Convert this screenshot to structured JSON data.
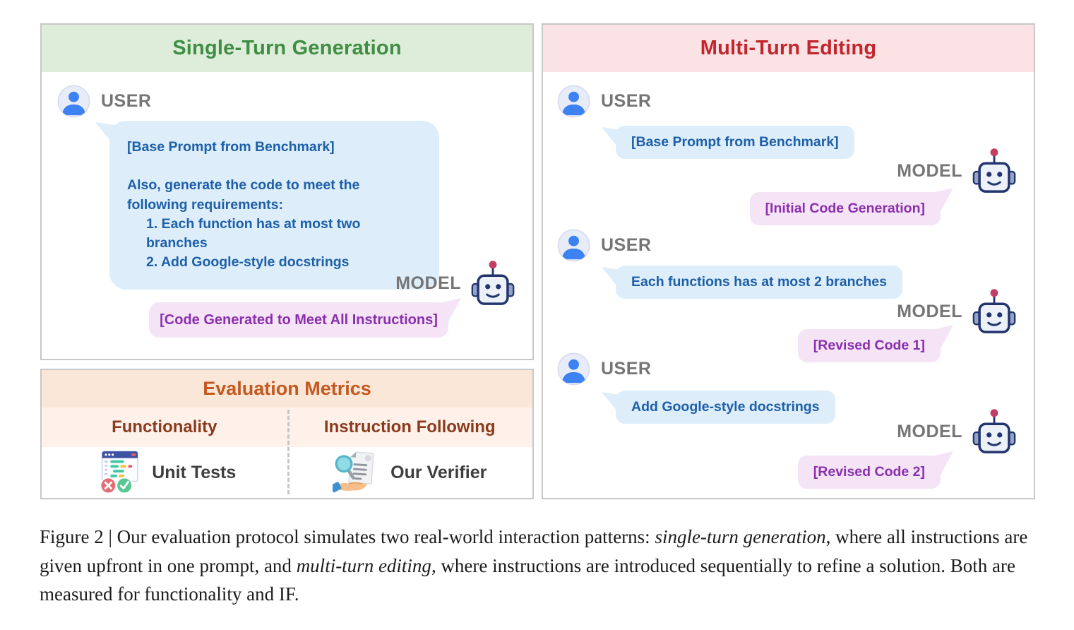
{
  "single_turn": {
    "title": "Single-Turn Generation",
    "user_label": "USER",
    "model_label": "MODEL",
    "user_bubble": {
      "line1": "[Base Prompt from Benchmark]",
      "line2": "Also, generate the code to meet the following requirements:",
      "item1": "1. Each function has at most two branches",
      "item2": "2. Add Google-style docstrings"
    },
    "model_bubble": "[Code Generated to Meet All Instructions]"
  },
  "multi_turn": {
    "title": "Multi-Turn Editing",
    "turns": [
      {
        "user_label": "USER",
        "user_message": "[Base Prompt from Benchmark]",
        "model_label": "MODEL",
        "model_message": "[Initial Code Generation]"
      },
      {
        "user_label": "USER",
        "user_message": "Each functions has at most 2 branches",
        "model_label": "MODEL",
        "model_message": "[Revised Code 1]"
      },
      {
        "user_label": "USER",
        "user_message": "Add Google-style docstrings",
        "model_label": "MODEL",
        "model_message": "[Revised Code 2]"
      }
    ]
  },
  "metrics": {
    "title": "Evaluation Metrics",
    "columns": [
      {
        "header": "Functionality",
        "item": "Unit Tests",
        "icon": "unit-tests-icon"
      },
      {
        "header": "Instruction Following",
        "item": "Our Verifier",
        "icon": "verifier-icon"
      }
    ]
  },
  "caption": {
    "seg1": "Figure 2 | Our evaluation protocol simulates two real-world interaction patterns: ",
    "italic1": "single-turn generation",
    "seg2": ", where all instructions are given upfront in one prompt, and ",
    "italic2": "multi-turn editing",
    "seg3": ", where instructions are introduced sequentially to refine a solution. Both are measured for functionality and IF."
  },
  "icons": {
    "user_avatar": "user-avatar-icon",
    "robot": "robot-icon",
    "unit_tests": "unit-tests-icon",
    "verifier": "verifier-icon"
  },
  "colors": {
    "single_header_bg": "#deedda",
    "single_header_text": "#3f8e43",
    "multi_header_bg": "#fbe2e4",
    "multi_header_text": "#c2262d",
    "metrics_header_bg": "#fbe7d8",
    "metrics_header_text": "#c4581f",
    "metrics_subheader_bg": "#fdf1e9",
    "metrics_subheader_text": "#8b3a1d",
    "user_bubble_bg": "#ddeefa",
    "user_bubble_text": "#1d5fa8",
    "model_bubble_bg": "#f5e4f6",
    "model_bubble_text": "#8a2fae",
    "role_label": "#757575",
    "panel_border": "#c8c8c8"
  }
}
